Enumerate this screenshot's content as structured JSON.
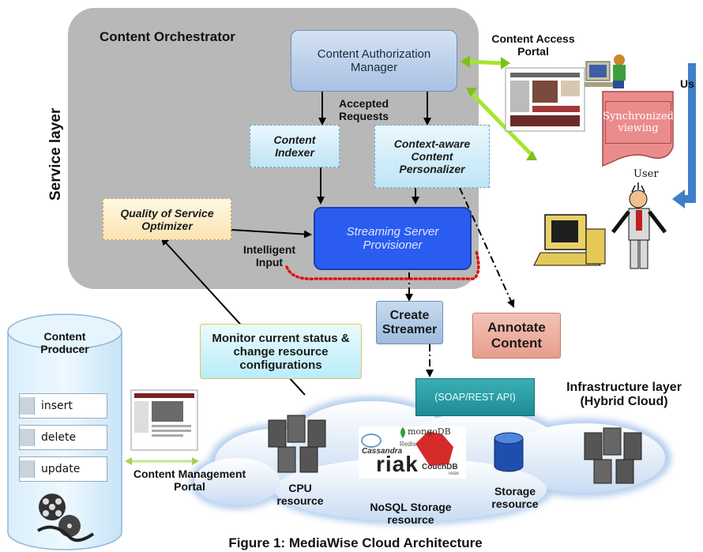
{
  "orchestrator_title": "Content Orchestrator",
  "service_layer_label": "Service layer",
  "nodes": {
    "cam": "Content Authorization Manager",
    "indexer": "Content Indexer",
    "personalizer": "Context-aware Content Personalizer",
    "qos": "Quality of Service Optimizer",
    "ssp": "Streaming Server Provisioner",
    "create_streamer": "Create Streamer",
    "annotate": "Annotate Content",
    "monitor": "Monitor current status & change resource configurations",
    "api": "(SOAP/REST API)"
  },
  "labels": {
    "accepted_requests": "Accepted Requests",
    "intelligent_input": "Intelligent Input",
    "content_access_portal": "Content Access Portal",
    "user": "User",
    "user_cut": "Us",
    "synchronized_viewing": "Synchronized viewing",
    "infra_layer": "Infrastructure layer (Hybrid Cloud)",
    "content_management_portal": "Content Management Portal",
    "cpu_resource": "CPU resource",
    "nosql": "NoSQL Storage resource",
    "storage_resource": "Storage resource",
    "figure_caption": "Figure 1: MediaWise Cloud Architecture"
  },
  "producer": {
    "title": "Content Producer",
    "actions": [
      "insert",
      "delete",
      "update"
    ]
  },
  "db_logos": {
    "cassandra": "Cassandra",
    "mongodb": "mongoDB",
    "redis": "Redis",
    "riak": "riak",
    "couchdb": "CouchDB",
    "couchdb_sub": "relax"
  },
  "colors": {
    "orchestrator_bg": "#b9b9b9",
    "streaming_server": "#2a5cf0",
    "create_streamer": "#a9c4e4",
    "annotate": "#eaa696",
    "api": "#2a9aa2",
    "arrow_green": "#9be23a",
    "dotted_red": "#e01010"
  }
}
